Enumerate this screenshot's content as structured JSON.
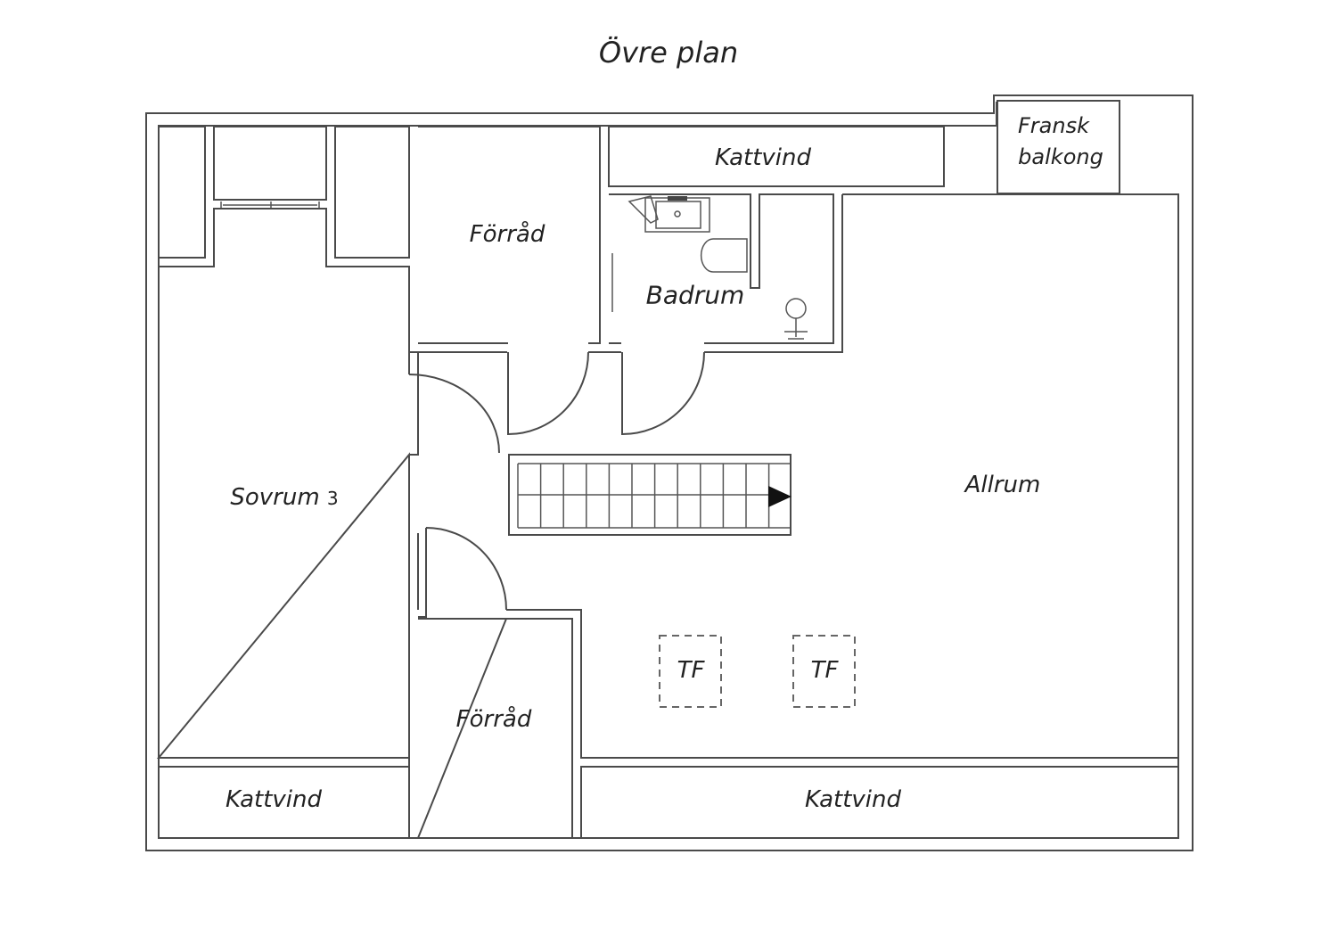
{
  "plan": {
    "title": "Övre plan",
    "rooms": {
      "sovrum": {
        "name": "Sovrum",
        "number": "3"
      },
      "forrad_top": "Förråd",
      "forrad_bottom": "Förråd",
      "badrum": "Badrum",
      "kattvind_top": "Kattvind",
      "kattvind_bottom_left": "Kattvind",
      "kattvind_bottom_right": "Kattvind",
      "fransk_balkong_line1": "Fransk",
      "fransk_balkong_line2": "balkong",
      "allrum": "Allrum"
    },
    "markers": {
      "tf_1": "TF",
      "tf_2": "TF"
    }
  }
}
